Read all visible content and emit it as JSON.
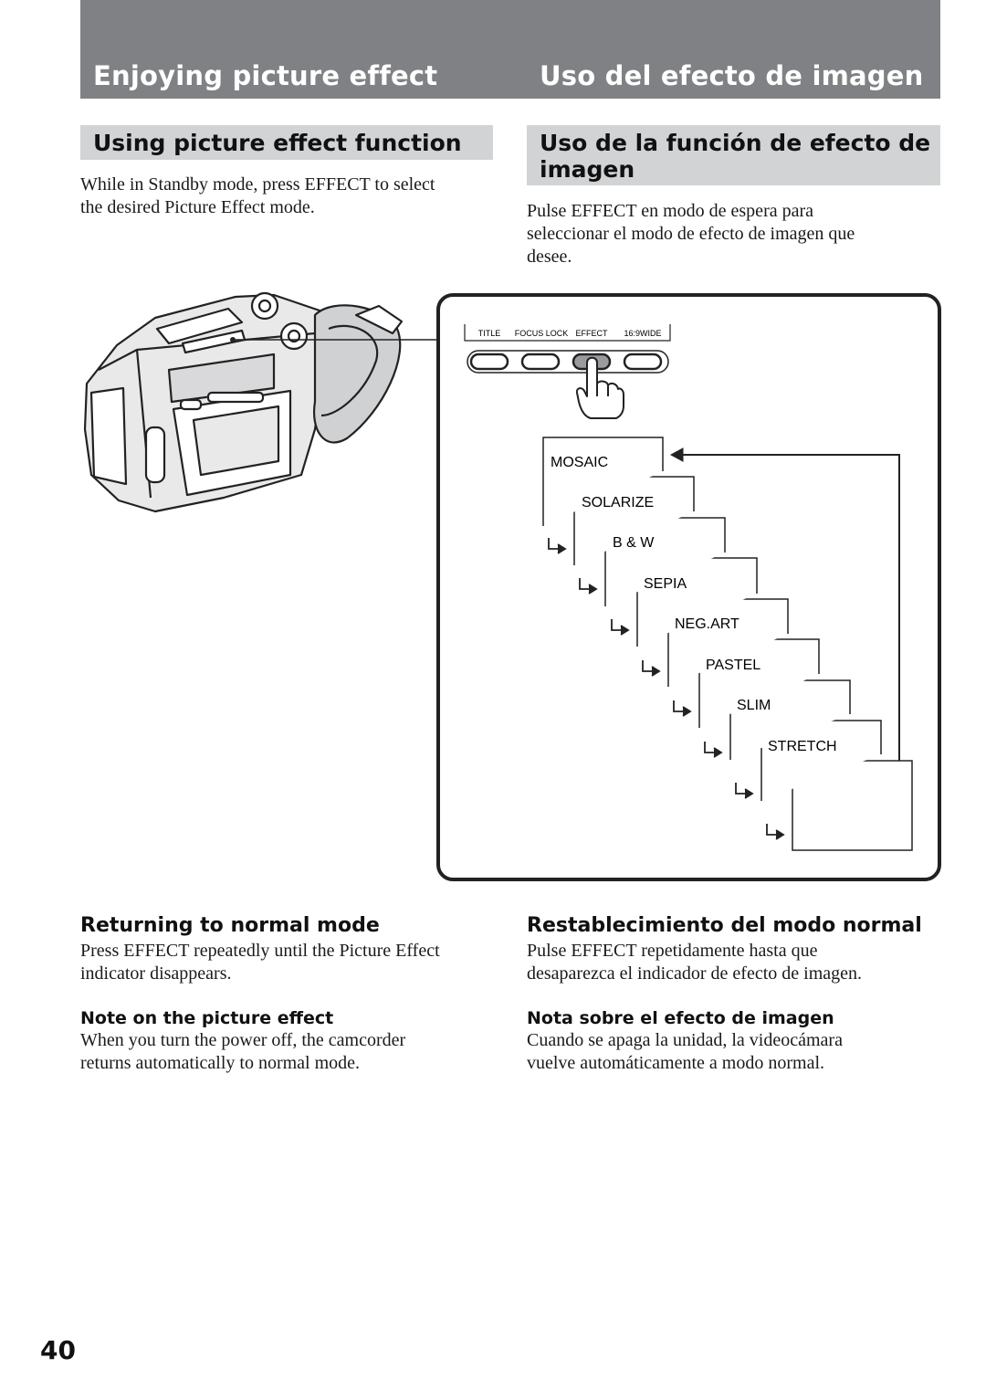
{
  "header": {
    "title_en": "Enjoying picture effect",
    "title_es": "Uso del efecto de imagen"
  },
  "section_using": {
    "heading_en": "Using picture effect function",
    "heading_es_line1": "Uso de la función de efecto de",
    "heading_es_line2": "imagen",
    "body_en_line1": "While in Standby mode, press EFFECT to select",
    "body_en_line2": "the desired Picture Effect mode.",
    "body_es_line1": "Pulse EFFECT en modo de espera para",
    "body_es_line2": "seleccionar el modo de efecto de imagen que",
    "body_es_line3": "desee."
  },
  "diagram": {
    "buttons": [
      "TITLE",
      "FOCUS LOCK",
      "EFFECT",
      "16:9WIDE"
    ],
    "effects": [
      "MOSAIC",
      "SOLARIZE",
      "B & W",
      "SEPIA",
      "NEG.ART",
      "PASTEL",
      "SLIM",
      "STRETCH"
    ]
  },
  "section_returning": {
    "heading_en": "Returning to normal mode",
    "heading_es": "Restablecimiento del modo normal",
    "body_en_line1": "Press EFFECT repeatedly until the Picture Effect",
    "body_en_line2": "indicator disappears.",
    "body_es_line1": "Pulse EFFECT repetidamente hasta que",
    "body_es_line2": "desaparezca el indicador de efecto de imagen."
  },
  "section_note": {
    "heading_en": "Note on the picture effect",
    "heading_es": "Nota sobre el efecto de imagen",
    "body_en_line1": "When you turn the power off, the camcorder",
    "body_en_line2": "returns automatically to normal mode.",
    "body_es_line1": "Cuando se apaga la unidad, la videocámara",
    "body_es_line2": "vuelve automáticamente a modo normal."
  },
  "page_number": "40"
}
